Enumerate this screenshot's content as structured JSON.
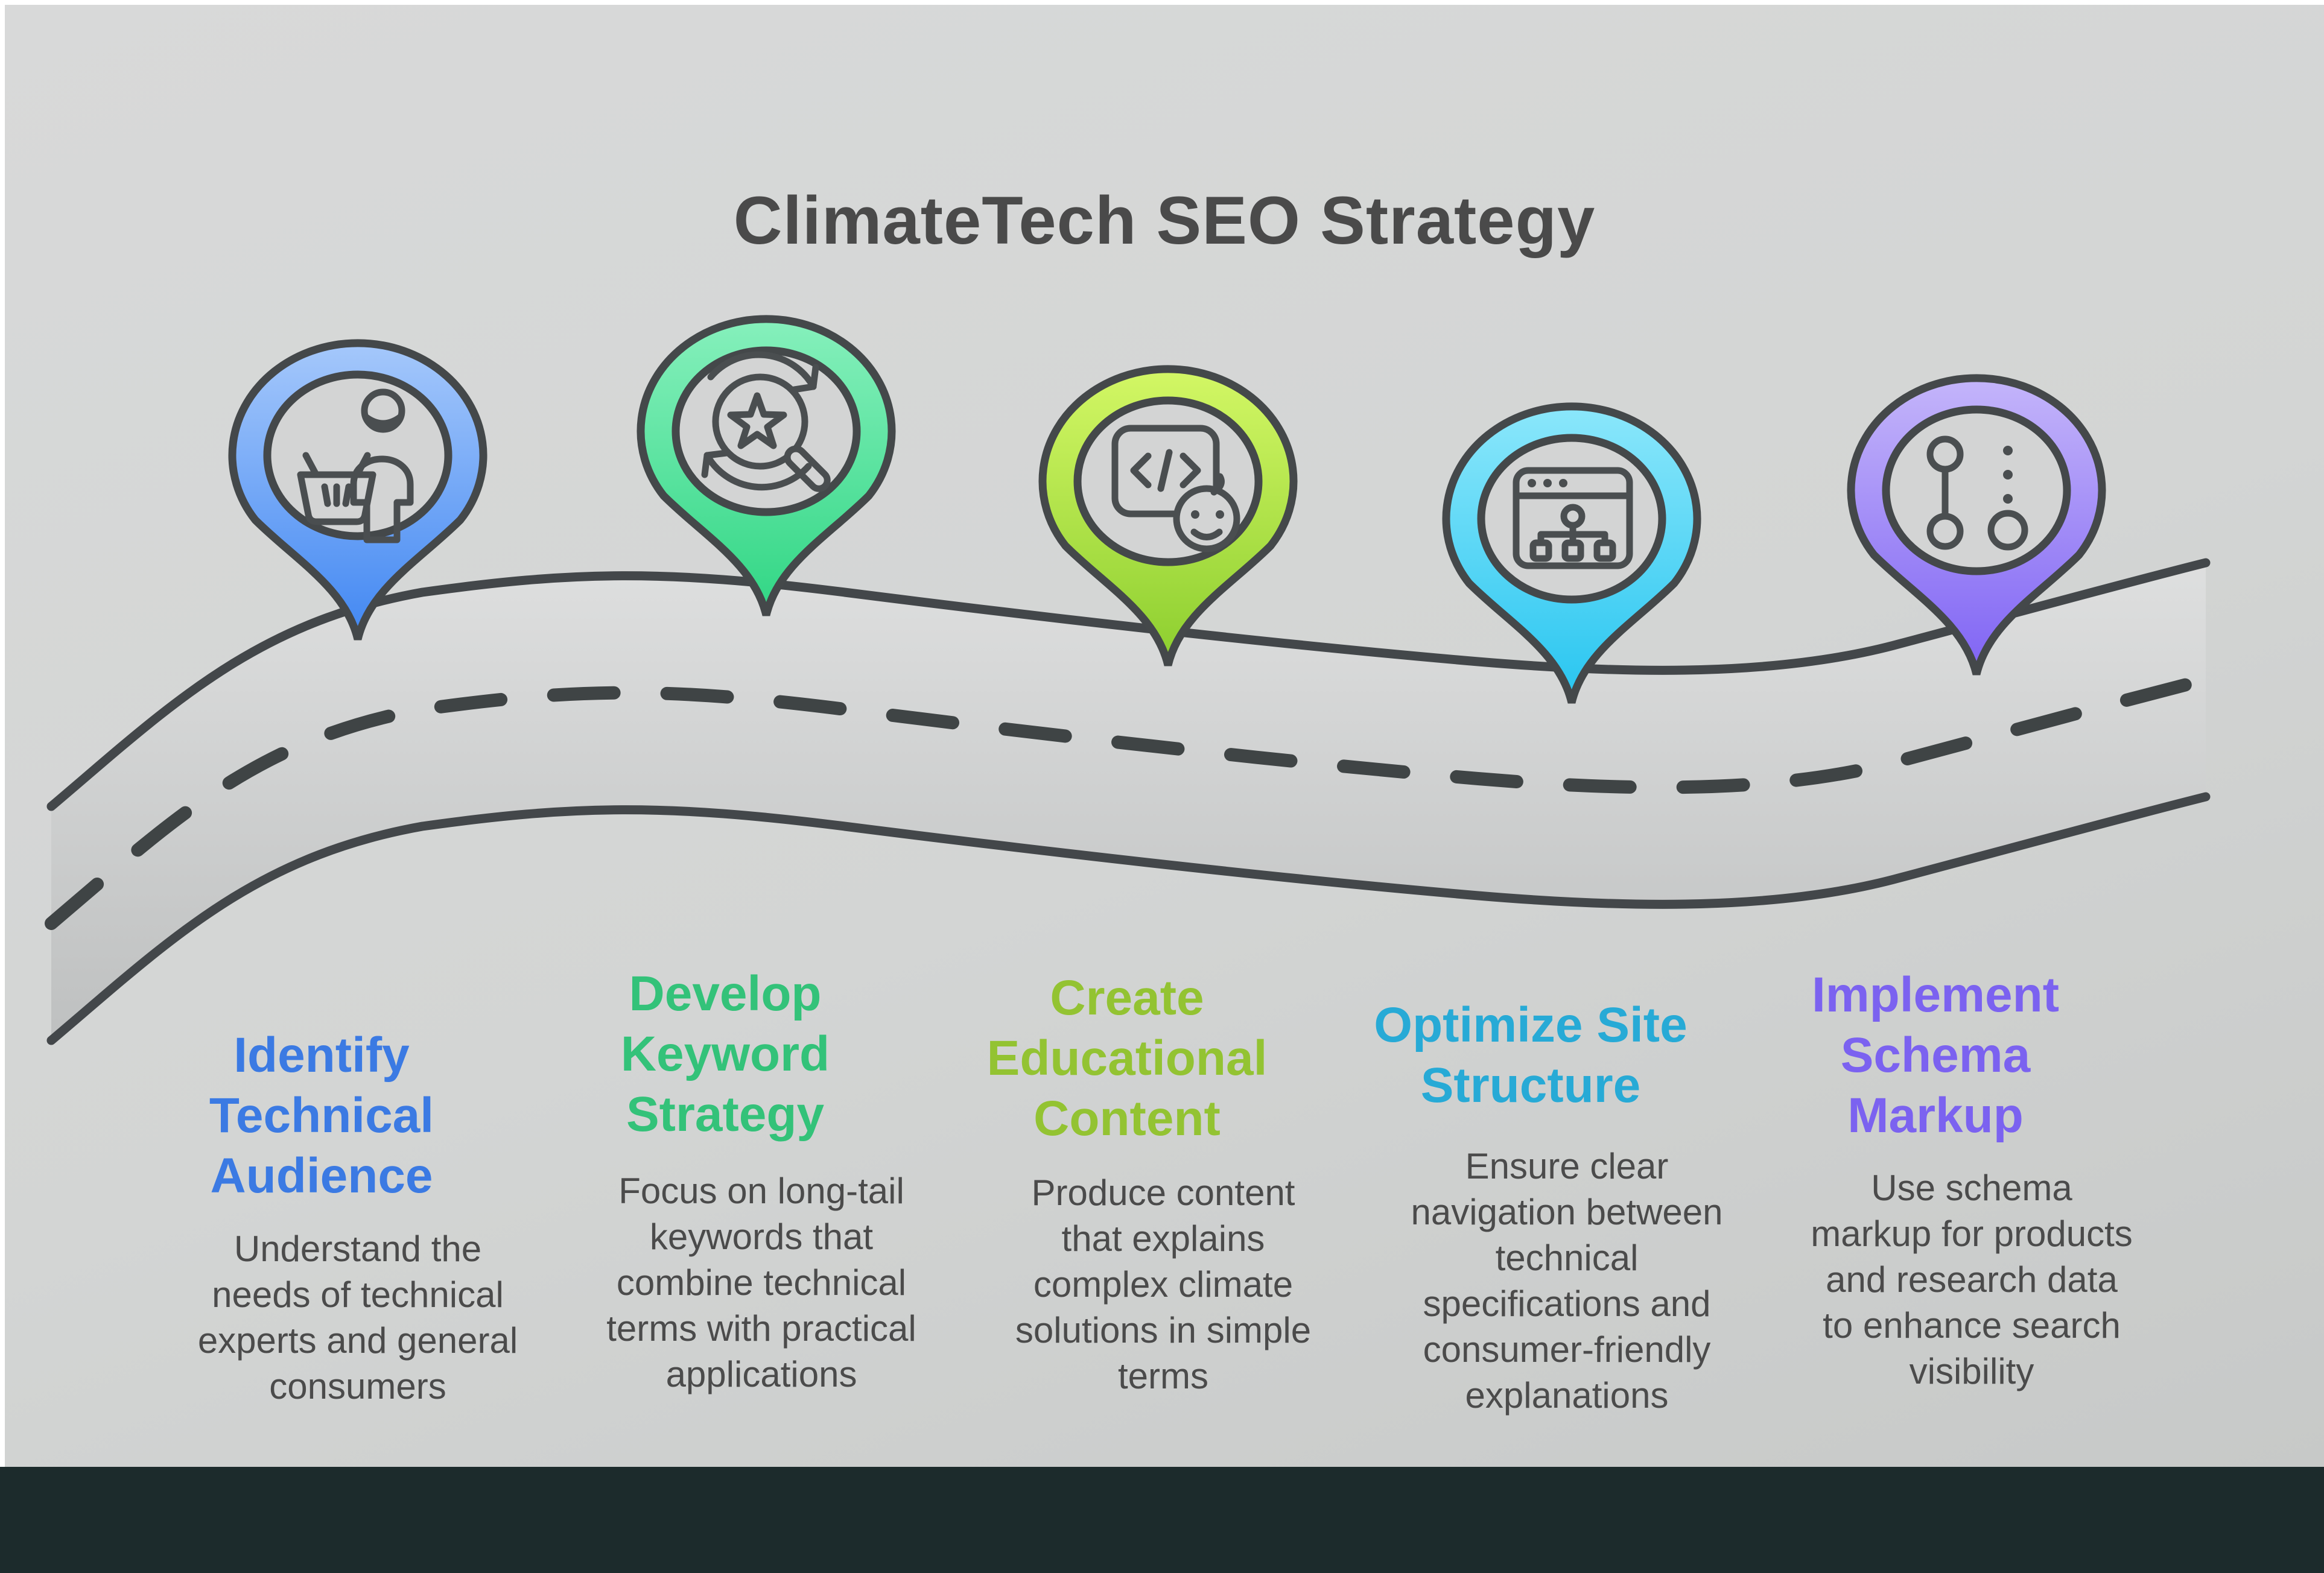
{
  "title": "ClimateTech SEO Strategy",
  "colors": {
    "background": "#d3d5d4",
    "frame": "#ffffff",
    "footer_bar": "#1c2b2c",
    "title_text": "#4a4a4a",
    "body_text": "#4b4b4b",
    "road_fill_top": "#dedfdf",
    "road_fill_bottom": "#bec0c0",
    "road_edge": "#43474a",
    "road_dash": "#3f4445",
    "pin_outline": "#44484a",
    "icon_stroke": "#4a4e50"
  },
  "steps": [
    {
      "icon": "audience-person-with-basket-icon",
      "heading": "Identify\nTechnical\nAudience",
      "heading_color": "#3b7ae3",
      "description": "Understand the\nneeds of technical\nexperts and general\nconsumers",
      "pin_colors": {
        "top": "#a5c8fb",
        "bottom": "#4187f2"
      }
    },
    {
      "icon": "keyword-search-star-refresh-icon",
      "heading": "Develop\nKeyword\nStrategy",
      "heading_color": "#33c279",
      "description": "Focus on long-tail\nkeywords that\ncombine technical\nterms with practical\napplications",
      "pin_colors": {
        "top": "#86f0bc",
        "bottom": "#30d684"
      }
    },
    {
      "icon": "code-window-smiley-icon",
      "heading": "Create\nEducational\nContent",
      "heading_color": "#93c332",
      "description": "Produce content\nthat explains\ncomplex climate\nsolutions in simple\nterms",
      "pin_colors": {
        "top": "#d3f765",
        "bottom": "#8cce2e"
      }
    },
    {
      "icon": "browser-sitemap-icon",
      "heading": "Optimize Site\nStructure",
      "heading_color": "#27aad6",
      "description": "Ensure clear\nnavigation between\ntechnical\nspecifications and\nconsumer-friendly\nexplanations",
      "pin_colors": {
        "top": "#8be7fb",
        "bottom": "#27c5f0"
      }
    },
    {
      "icon": "schema-nodes-icon",
      "heading": "Implement\nSchema\nMarkup",
      "heading_color": "#7b62f0",
      "description": "Use schema\nmarkup for products\nand research data\nto enhance search\nvisibility",
      "pin_colors": {
        "top": "#c4b5fa",
        "bottom": "#7f63f4"
      }
    }
  ]
}
